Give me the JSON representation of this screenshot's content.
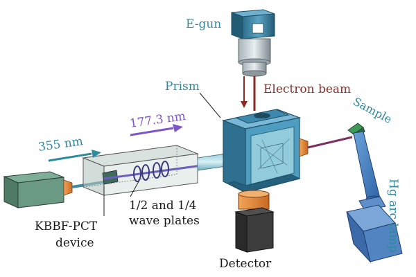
{
  "labels": {
    "egun": "E-gun",
    "prism": "Prism",
    "electron_beam": "Electron beam",
    "sample": "Sample",
    "wl_355": "355 nm",
    "wl_177": "177.3 nm",
    "wave_plates_1": "1/2 and 1/4",
    "wave_plates_2": "wave plates",
    "kbbf_1": "KBBF-PCT",
    "kbbf_2": "device",
    "detector": "Detector",
    "hg_lamp": "Hg arc lamp"
  },
  "colors": {
    "label_teal": "#2e8a9e",
    "label_dark": "#1a1a1a",
    "beam_355": "#2e8a9e",
    "beam_177": "#7c55c8",
    "electron_beam": "#8a2a22",
    "chamber": "#3a86b0",
    "laser_box": "#5f8f7a",
    "nozzle": "#e38a3a"
  }
}
